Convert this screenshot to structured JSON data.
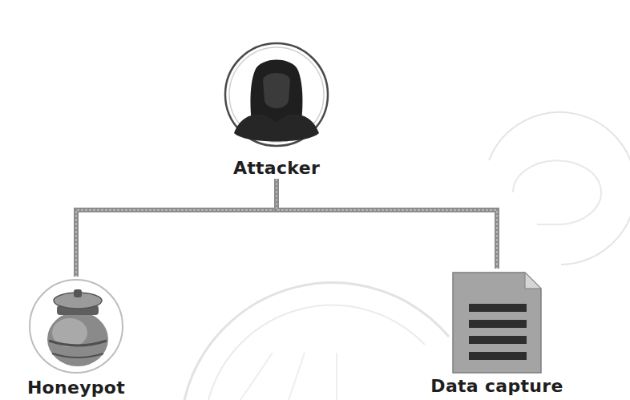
{
  "diagram": {
    "nodes": [
      {
        "text": [
          "Attacker"
        ]
      },
      {
        "text": [
          "Honeypot"
        ]
      },
      {
        "text": [
          "Data capture"
        ]
      }
    ],
    "edges": [
      {
        "from": 0,
        "to": 1,
        "arrow": "none"
      },
      {
        "from": 0,
        "to": 2,
        "arrow": "none"
      }
    ]
  }
}
